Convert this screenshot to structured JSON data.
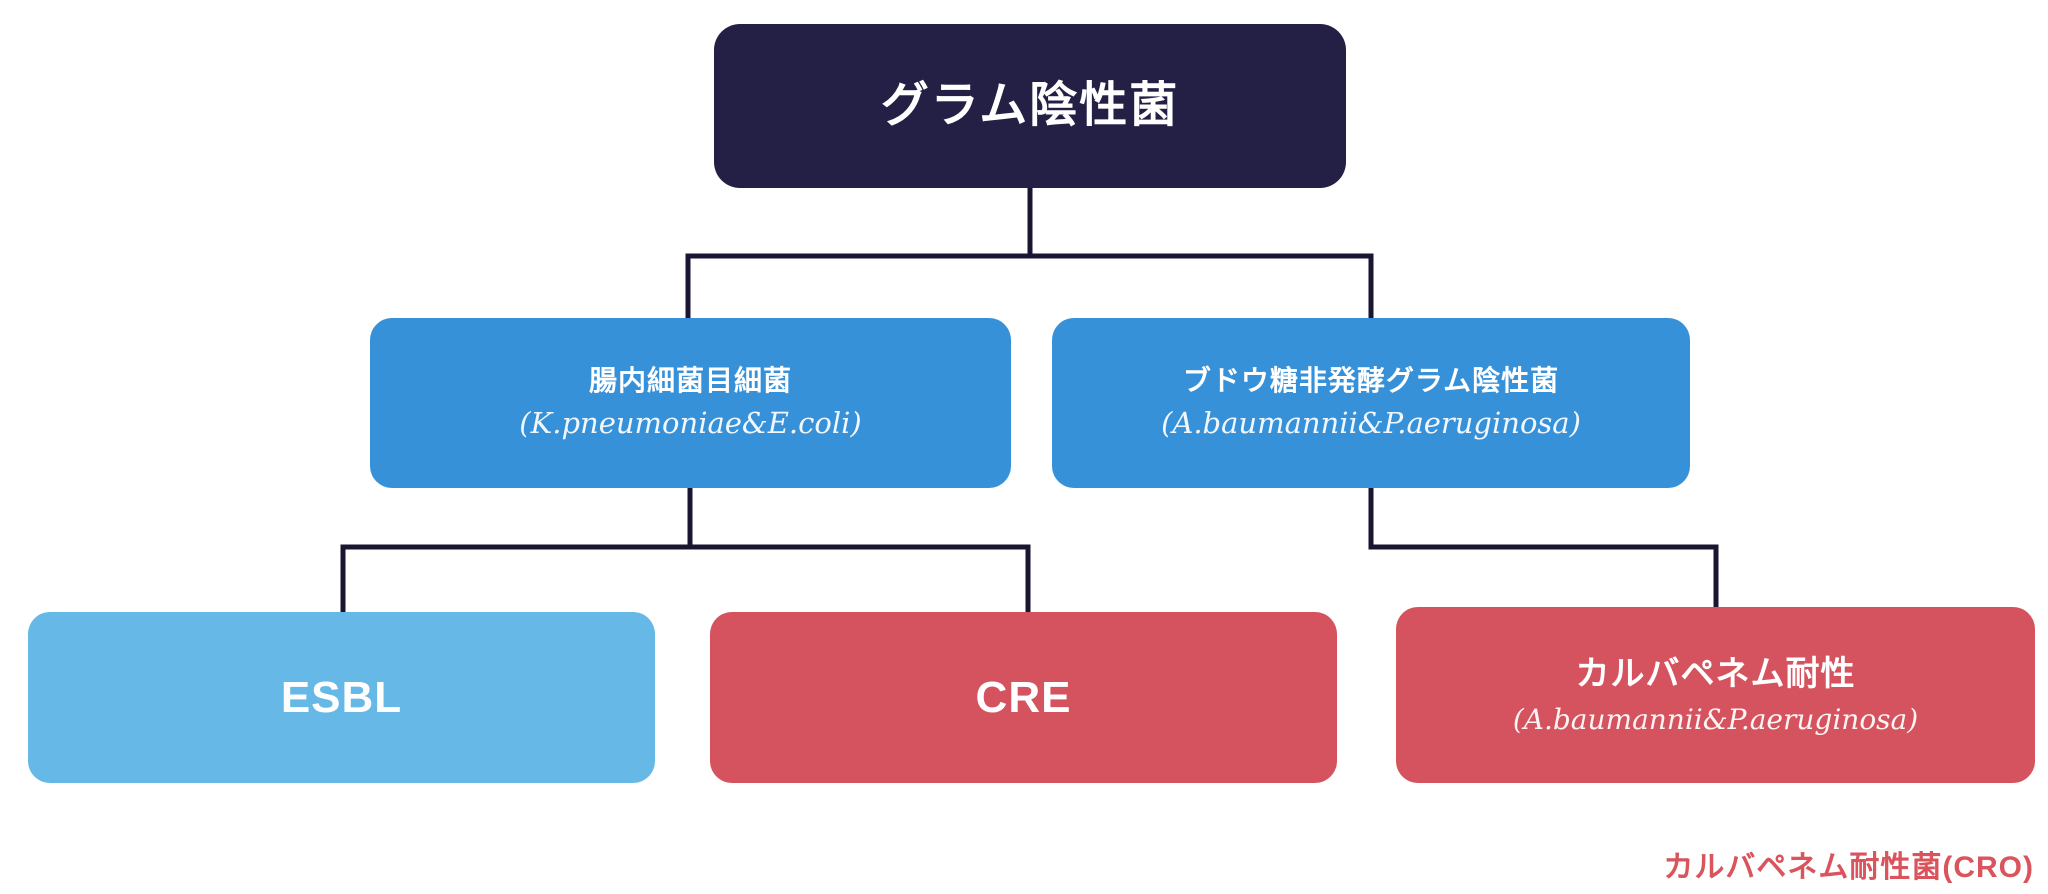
{
  "diagram": {
    "type": "tree",
    "background": "#ffffff",
    "nodes": {
      "root": {
        "label": "グラム陰性菌"
      },
      "entero": {
        "label": "腸内細菌目細菌",
        "sublabel": "(K.pneumoniae&E.coli)"
      },
      "nonfermenter": {
        "label": "ブドウ糖非発酵グラム陰性菌",
        "sublabel": "(A.baumannii&P.aeruginosa)"
      },
      "esbl": {
        "label": "ESBL"
      },
      "cre": {
        "label": "CRE"
      },
      "carbapenem": {
        "label": "カルバペネム耐性",
        "sublabel": "(A.baumannii&P.aeruginosa)"
      }
    },
    "edges": [
      [
        "root",
        "entero"
      ],
      [
        "root",
        "nonfermenter"
      ],
      [
        "entero",
        "esbl"
      ],
      [
        "entero",
        "cre"
      ],
      [
        "nonfermenter",
        "carbapenem"
      ]
    ],
    "footnote": "カルバペネム耐性菌(CRO)",
    "colors": {
      "root_bg": "#242045",
      "branch_bg": "#3691d9",
      "esbl_bg": "#66b8e6",
      "resistant_bg": "#d5535e",
      "connector": "#191631",
      "footnote_text": "#d9545c",
      "node_text": "#ffffff",
      "background": "#ffffff"
    }
  }
}
